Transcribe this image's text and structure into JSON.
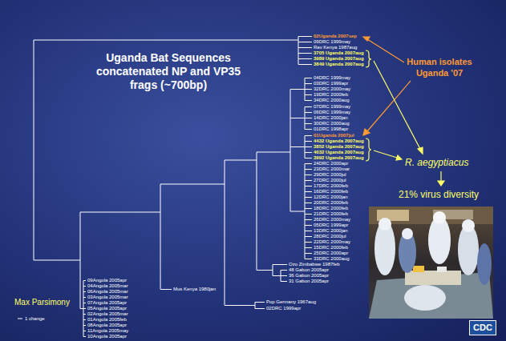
{
  "diagram": {
    "title": "Uganda Bat Sequences concatenated NP and VP35 frags (~700bp)",
    "nodes": [
      {
        "text": [
          "CDC"
        ]
      }
    ],
    "labels": [
      "02Uganda 2007sep",
      "09DRC 1999may",
      "Rav Kenya 1987aug",
      "3705 Uganda 2007aug",
      "3989 Uganda 2007aug",
      "3849 Uganda 2007aug",
      "04DRC 1999may",
      "03DRC 1999apr",
      "32DRC 2000may",
      "19DRC 2000feb",
      "34DRC 2000aug",
      "07DRC 1999may",
      "06DRC 1999may",
      "14DRC 2000jan",
      "30DRC 2000aug",
      "01DRC 1998apr",
      "01Uganda 2007jul",
      "4432 Uganda 2007aug",
      "3852 Uganda 2007aug",
      "4032 Uganda 2007aug",
      "3992 Uganda 2007aug",
      "24DRC 2000apr",
      "23DRC 2000mar",
      "29DRC 2000jul",
      "27DRC 2000jul",
      "17DRC 2000feb",
      "16DRC 2000feb",
      "12DRC 2000jan",
      "20DRC 2000feb",
      "18DRC 2000feb",
      "21DRC 2000feb",
      "26DRC 2000may",
      "05DRC 1999apr",
      "13DRC 2000jan",
      "28DRC 2000jul",
      "22DRC 2000may",
      "15DRC 2000feb",
      "25DRC 2000apr",
      "33DRC 2000aug",
      "Ozo Zimbabwe 1987feb",
      "48 Gabon 2005apr",
      "36 Gabon 2005apr",
      "31 Gabon 2005apr",
      "Mus Kenya 1980jan",
      "Pop Germany 1967aug",
      "02DRC 1999apr",
      "09Angola 2005apr",
      "04Angola 2005mar",
      "06Angola 2005mar",
      "03Angola 2005mar",
      "07Angola 2005apr",
      "05Angola 2005apr",
      "02Angola 2005mar",
      "01Angola 2005feb",
      "08Angola 2005apr",
      "11Angola 2005may",
      "10Angola 2005apr",
      "Human isolates Uganda '07",
      "R. aegyptiacus",
      "21% virus diversity",
      "Max Parsimony",
      "1 change"
    ]
  }
}
